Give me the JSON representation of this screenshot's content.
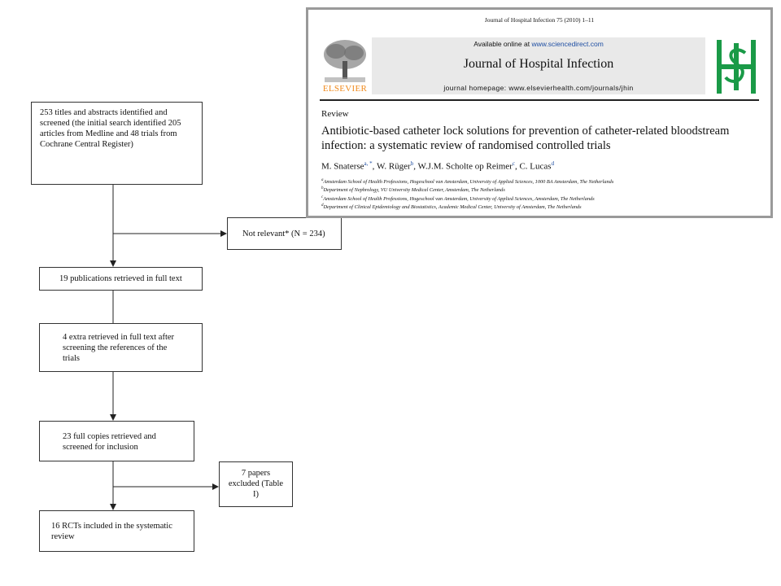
{
  "flowchart": {
    "box1": "253 titles and abstracts identified and screened (the initial search identified 205 articles from Medline and 48 trials from Cochrane Central Register)",
    "not_relevant": "Not relevant* (N = 234)",
    "box2": "19 publications retrieved in full text",
    "box3": "4 extra retrieved in full text after screening the references of the trials",
    "box4": "23 full copies retrieved and screened for inclusion",
    "excluded": "7 papers excluded (Table I)",
    "box5": "16 RCTs included in the systematic review"
  },
  "paper": {
    "citation": "Journal of Hospital Infection 75 (2010) 1–11",
    "available_online": "Available online at",
    "available_link": "www.sciencedirect.com",
    "journal_title": "Journal of Hospital Infection",
    "journal_homepage": "journal homepage: www.elsevierhealth.com/journals/jhin",
    "publisher": "ELSEVIER",
    "section": "Review",
    "title": "Antibiotic-based catheter lock solutions for prevention of catheter-related bloodstream infection: a systematic review of randomised controlled trials",
    "authors": [
      {
        "name": "M. Snaterse",
        "sup": "a, *",
        "sep": ", "
      },
      {
        "name": "W. Rüger",
        "sup": "b",
        "sep": ", "
      },
      {
        "name": "W.J.M. Scholte op Reimer",
        "sup": "c",
        "sep": ", "
      },
      {
        "name": "C. Lucas",
        "sup": "d",
        "sep": ""
      }
    ],
    "affiliations": [
      {
        "sup": "a",
        "text": "Amsterdam School of Health Professions, Hogeschool van Amsterdam, University of Applied Sciences, 1000 BA Amsterdam, The Netherlands"
      },
      {
        "sup": "b",
        "text": "Department of Nephrology, VU University Medical Center, Amsterdam, The Netherlands"
      },
      {
        "sup": "c",
        "text": "Amsterdam School of Health Professions, Hogeschool van Amsterdam, University of Applied Sciences, Amsterdam, The Netherlands"
      },
      {
        "sup": "d",
        "text": "Department of Clinical Epidemiology and Biostatistics, Academic Medical Center, University of Amsterdam, The Netherlands"
      }
    ]
  },
  "colors": {
    "publisher_orange": "#f08a1c",
    "jhi_logo_green": "#1a9a47",
    "link_blue": "#1f4fa3"
  }
}
